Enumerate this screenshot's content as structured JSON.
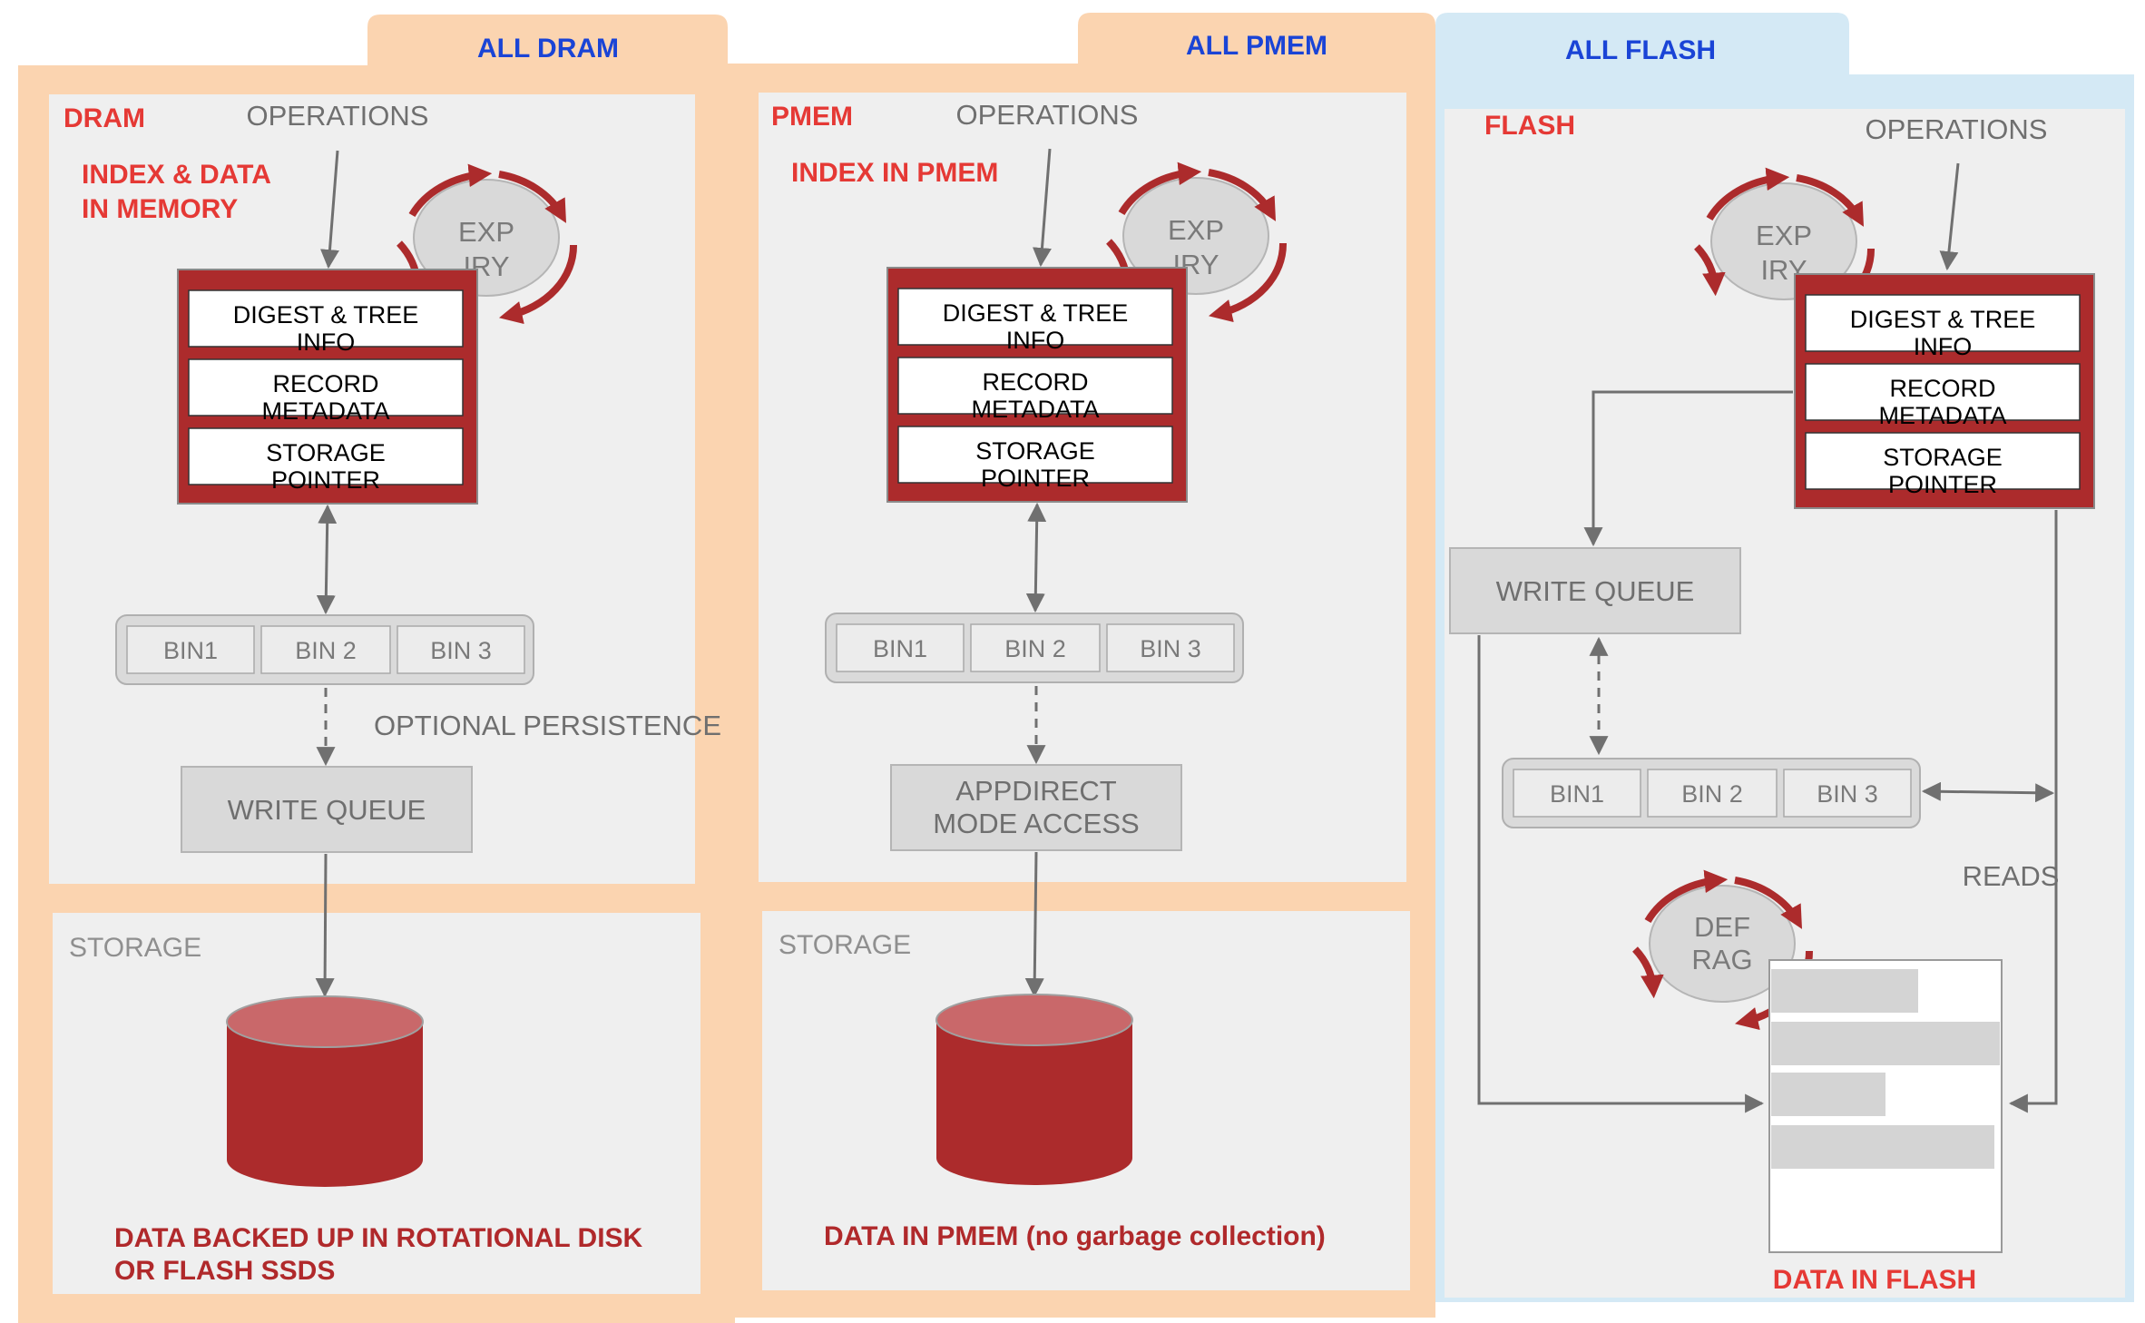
{
  "tabs": {
    "dram": "ALL DRAM",
    "pmem": "ALL PMEM",
    "flash": "ALL FLASH"
  },
  "dram": {
    "section_label": "DRAM",
    "operations": "OPERATIONS",
    "index_label_line1": "INDEX & DATA",
    "index_label_line2": "IN MEMORY",
    "expiry_line1": "EXP",
    "expiry_line2": "IRY",
    "index_rows": [
      {
        "line1": "DIGEST & TREE",
        "line2": "INFO"
      },
      {
        "line1": "RECORD",
        "line2": "METADATA"
      },
      {
        "line1": "STORAGE",
        "line2": "POINTER"
      }
    ],
    "bins": [
      "BIN1",
      "BIN 2",
      "BIN 3"
    ],
    "optional_persistence": "OPTIONAL PERSISTENCE",
    "write_queue": "WRITE QUEUE",
    "storage_label": "STORAGE",
    "caption_line1": "DATA BACKED UP IN ROTATIONAL DISK",
    "caption_line2": "OR FLASH SSDS"
  },
  "pmem": {
    "section_label": "PMEM",
    "operations": "OPERATIONS",
    "index_label": "INDEX IN PMEM",
    "expiry_line1": "EXP",
    "expiry_line2": "IRY",
    "index_rows": [
      {
        "line1": "DIGEST & TREE",
        "line2": "INFO"
      },
      {
        "line1": "RECORD",
        "line2": "METADATA"
      },
      {
        "line1": "STORAGE",
        "line2": "POINTER"
      }
    ],
    "bins": [
      "BIN1",
      "BIN 2",
      "BIN 3"
    ],
    "appdirect_line1": "APPDIRECT",
    "appdirect_line2": "MODE ACCESS",
    "storage_label": "STORAGE",
    "caption": "DATA IN  PMEM (no garbage collection)"
  },
  "flash": {
    "section_label": "FLASH",
    "operations": "OPERATIONS",
    "expiry_line1": "EXP",
    "expiry_line2": "IRY",
    "index_rows": [
      {
        "line1": "DIGEST & TREE",
        "line2": "INFO"
      },
      {
        "line1": "RECORD",
        "line2": "METADATA"
      },
      {
        "line1": "STORAGE",
        "line2": "POINTER"
      }
    ],
    "write_queue": "WRITE QUEUE",
    "bins": [
      "BIN1",
      "BIN 2",
      "BIN 3"
    ],
    "reads": "READS",
    "defrag_line1": "DEF",
    "defrag_line2": "RAG",
    "caption": "DATA IN FLASH"
  },
  "colors": {
    "tab_orange": "#fbd4b0",
    "tab_blue": "#d4e9f5",
    "panel_gray": "#efefef",
    "index_red": "#ac2b2c",
    "label_red": "#e53935",
    "caption_red": "#b0292b",
    "tab_text_blue": "#1a44d6",
    "gray_text": "#6f6f6f"
  }
}
